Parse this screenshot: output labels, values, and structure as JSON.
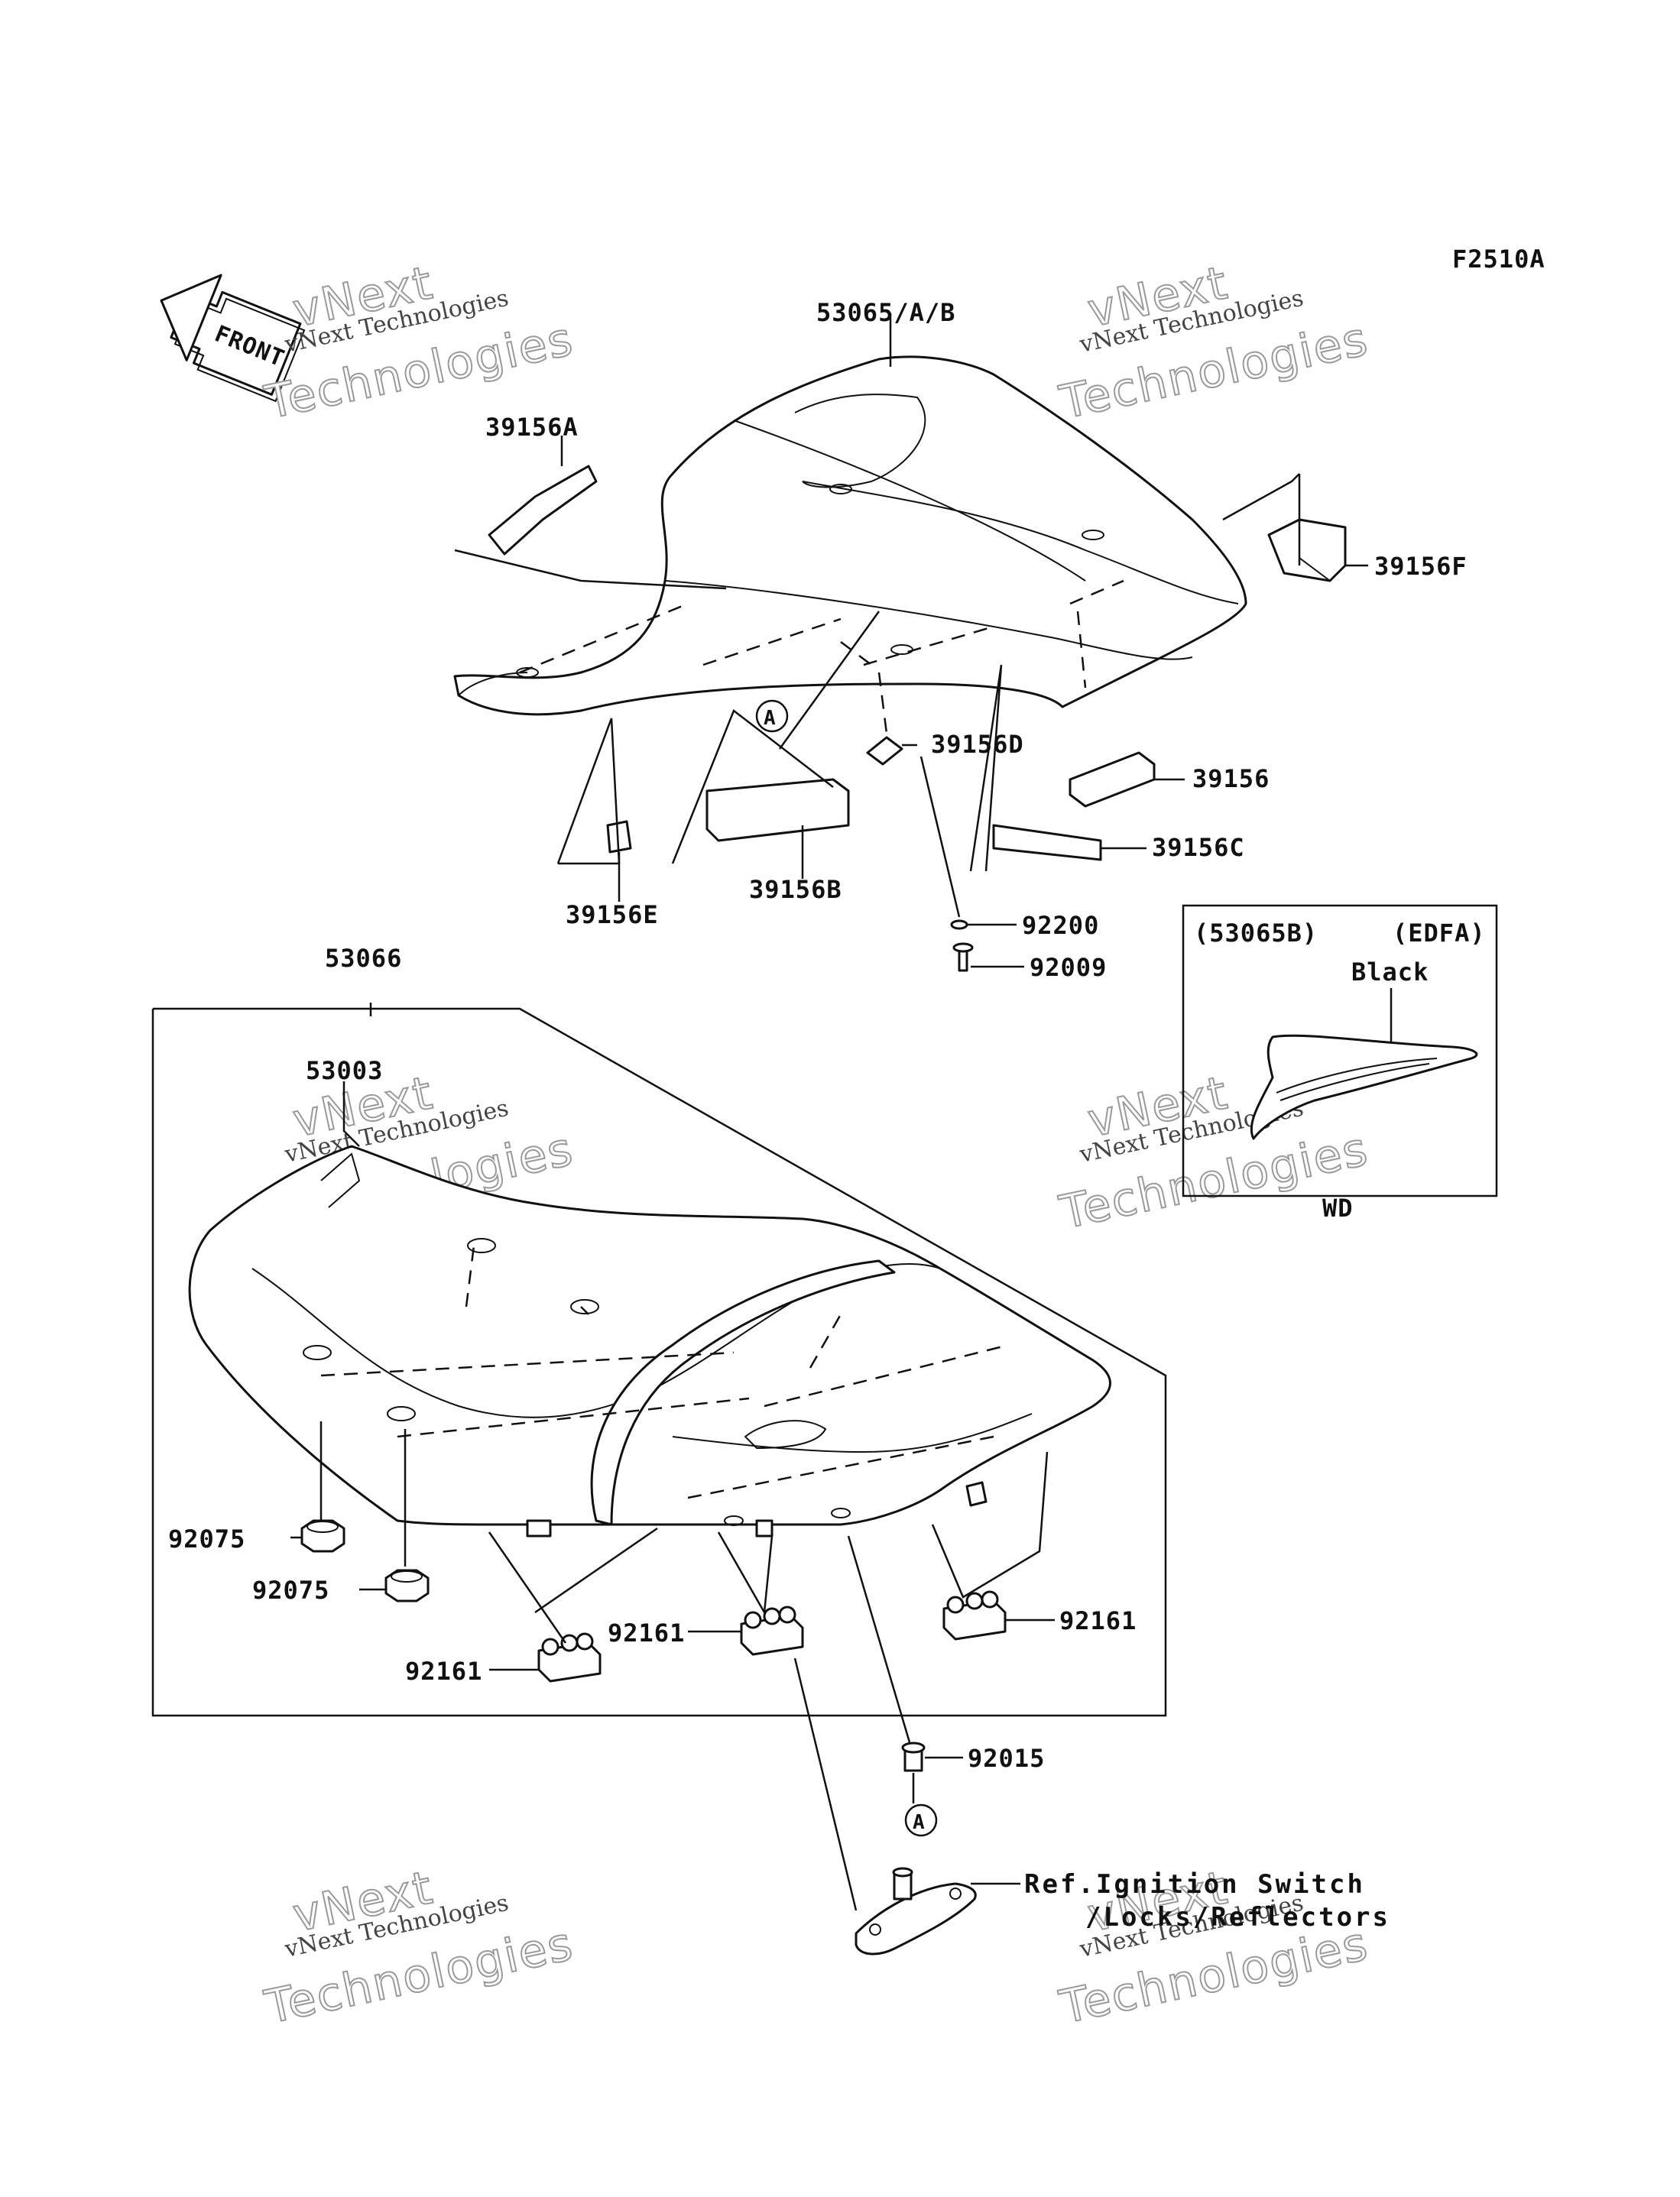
{
  "figure_code": "F2510A",
  "front_label": "FRONT",
  "watermarks": [
    {
      "line1": "vNext Technologies",
      "line2": "Technologies",
      "line0": "vNext"
    },
    {
      "line1": "vNext Technologies",
      "line2": "Technologies",
      "line0": "vNext"
    },
    {
      "line1": "vNext Technologies",
      "line2": "Technologies",
      "line0": "vNext"
    },
    {
      "line1": "vNext Technologies",
      "line2": "Technologies",
      "line0": "vNext"
    },
    {
      "line1": "vNext Technologies",
      "line2": "Technologies",
      "line0": "vNext"
    },
    {
      "line1": "vNext Technologies",
      "line2": "Technologies",
      "line0": "vNext"
    }
  ],
  "parts": {
    "p53065": "53065/A/B",
    "p39156A": "39156A",
    "p39156F": "39156F",
    "p39156D": "39156D",
    "p39156": "39156",
    "p39156C": "39156C",
    "p39156B": "39156B",
    "p39156E": "39156E",
    "p92200": "92200",
    "p92009": "92009",
    "p53066": "53066",
    "p53003": "53003",
    "p92075a": "92075",
    "p92075b": "92075",
    "p92161a": "92161",
    "p92161b": "92161",
    "p92161c": "92161",
    "p92015": "92015",
    "ref_line1": "Ref.Ignition Switch",
    "ref_line2": "/Locks/Reflectors"
  },
  "callout_marker": "A",
  "inset": {
    "part": "(53065B)",
    "model": "(EDFA)",
    "color": "Black",
    "market": "WD"
  }
}
